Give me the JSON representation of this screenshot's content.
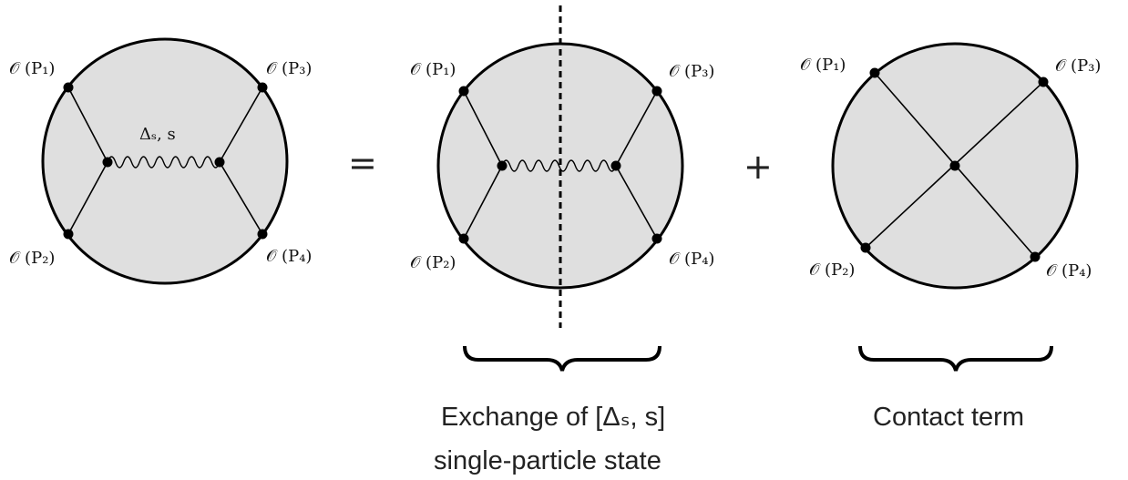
{
  "diagrams": {
    "left": {
      "op1": "𝒪 (P₁)",
      "op2": "𝒪 (P₂)",
      "op3": "𝒪 (P₃)",
      "op4": "𝒪 (P₄)",
      "exchange_label": "Δₛ, s"
    },
    "middle": {
      "op1": "𝒪 (P₁)",
      "op2": "𝒪 (P₂)",
      "op3": "𝒪 (P₃)",
      "op4": "𝒪 (P₄)"
    },
    "right": {
      "op1": "𝒪 (P₁)",
      "op2": "𝒪 (P₂)",
      "op3": "𝒪 (P₃)",
      "op4": "𝒪 (P₄)"
    }
  },
  "operators": {
    "equals": "=",
    "plus": "+"
  },
  "captions": {
    "exchange_line1": "Exchange of  [Δₛ, s]",
    "exchange_line2": "single-particle state",
    "contact": "Contact term"
  },
  "colors": {
    "disk_fill": "#dfdfdf",
    "stroke": "#000000"
  }
}
